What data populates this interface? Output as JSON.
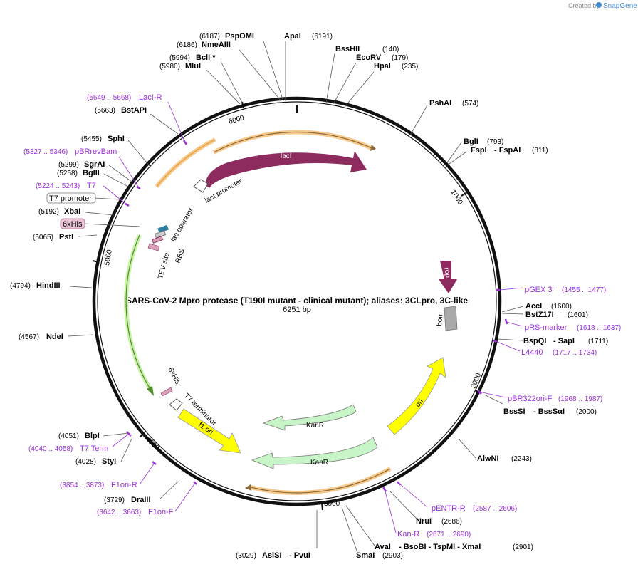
{
  "credit": {
    "created_by": "Created by",
    "brand": "SnapGene"
  },
  "title": "SARS-CoV-2 Mpro protease (T190I mutant - clinical mutant); aliases: 3CLpro, 3C-like",
  "length": "6251 bp",
  "ticks": [
    "1000",
    "2000",
    "3000",
    "4000",
    "5000",
    "6000"
  ],
  "enzymes": [
    {
      "name": "PspOMI",
      "pos": "(6187)"
    },
    {
      "name": "ApaI",
      "pos": "(6191)"
    },
    {
      "name": "NmeAIII",
      "pos": "(6186)"
    },
    {
      "name": "BssHII",
      "pos": "(140)"
    },
    {
      "name": "EcoRV",
      "pos": "(179)"
    },
    {
      "name": "BclI *",
      "pos": "(5994)"
    },
    {
      "name": "MluI",
      "pos": "(5980)"
    },
    {
      "name": "HpaI",
      "pos": "(235)"
    },
    {
      "name": "PshAI",
      "pos": "(574)"
    },
    {
      "name": "BstAPI",
      "pos": "(5663)"
    },
    {
      "name": "SphI",
      "pos": "(5455)"
    },
    {
      "name": "BglI",
      "pos": "(793)"
    },
    {
      "name": "FspI",
      "pos": "(811)",
      "extra": "- FspAI"
    },
    {
      "name": "SgrAI",
      "pos": "(5299)"
    },
    {
      "name": "BglII",
      "pos": "(5258)"
    },
    {
      "name": "XbaI",
      "pos": "(5192)"
    },
    {
      "name": "PstI",
      "pos": "(5065)"
    },
    {
      "name": "HindIII",
      "pos": "(4794)"
    },
    {
      "name": "AccI",
      "pos": "(1600)"
    },
    {
      "name": "BstZ17I",
      "pos": "(1601)"
    },
    {
      "name": "NdeI",
      "pos": "(4567)"
    },
    {
      "name": "BspQI",
      "pos": "",
      "extra": "- SapI",
      "pos2": "(1711)"
    },
    {
      "name": "BssSI",
      "pos": "",
      "extra": "- BssSαI",
      "pos2": "(2000)"
    },
    {
      "name": "BlpI",
      "pos": "(4051)"
    },
    {
      "name": "StyI",
      "pos": "(4028)"
    },
    {
      "name": "AlwNI",
      "pos": "(2243)"
    },
    {
      "name": "DraIII",
      "pos": "(3729)"
    },
    {
      "name": "NruI",
      "pos": "(2686)"
    },
    {
      "name": "AvaI",
      "pos": "",
      "extra": "- BsoBI   - TspMI   - XmaI",
      "pos2": "(2901)"
    },
    {
      "name": "SmaI",
      "pos": "(2903)"
    },
    {
      "name": "AsiSI",
      "pos": "(3029)",
      "extra": "- PvuI"
    }
  ],
  "primers": [
    {
      "name": "LacI-R",
      "range": "(5649 .. 5668)"
    },
    {
      "name": "pBRrevBam",
      "range": "(5327 .. 5346)"
    },
    {
      "name": "T7",
      "range": "(5224 .. 5243)"
    },
    {
      "name": "pGEX 3'",
      "range": "(1455 .. 1477)"
    },
    {
      "name": "pRS-marker",
      "range": "(1618 .. 1637)"
    },
    {
      "name": "L4440",
      "range": "(1717 .. 1734)"
    },
    {
      "name": "pBR322ori-F",
      "range": "(1968 .. 1987)"
    },
    {
      "name": "T7 Term",
      "range": "(4040 .. 4058)"
    },
    {
      "name": "F1ori-R",
      "range": "(3854 .. 3873)"
    },
    {
      "name": "F1ori-F",
      "range": "(3642 .. 3663)"
    },
    {
      "name": "pENTR-R",
      "range": "(2587 .. 2606)"
    },
    {
      "name": "Kan-R",
      "range": "(2671 .. 2690)"
    }
  ],
  "boxed_labels": {
    "t7_promoter": "T7 promoter",
    "sixhis": "6xHis"
  },
  "features": {
    "laci": "lacI",
    "laci_promoter": "lacI promoter",
    "lac_operator": "lac operator",
    "rbs": "RBS",
    "tev_site": "TEV site",
    "sixhis_inner": "6xHis",
    "t7_terminator": "T7 terminator",
    "f1_ori": "f1 ori",
    "kanr_1": "KanR",
    "kanr_2": "KanR",
    "ori": "ori",
    "bom": "bom",
    "rop": "rop"
  },
  "colors": {
    "laci": "#8e2b5e",
    "kanr": "#c8f5c8",
    "ori": "#ffff00",
    "f1ori": "#ffff00",
    "rop": "#8e2b5e",
    "bom": "#a9a9a9",
    "orf": "#f5a623",
    "primer": "#9b30d9",
    "cds": "#7ec850"
  }
}
